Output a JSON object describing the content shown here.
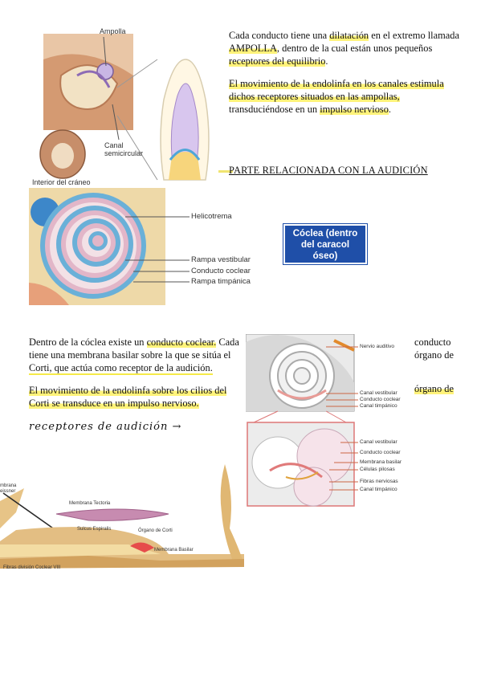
{
  "ampolla_block": {
    "p1": {
      "a": "Cada conducto tiene una ",
      "b": "dilatación",
      "c": " en el extremo llamada ",
      "d": "AMPOLLA",
      "e": ", dentro de la cual están unos pequeños ",
      "f": "receptores del equilibrio",
      "g": "."
    },
    "p2": {
      "a": "El movimiento de la endolinfa en los canales estimula",
      "b": "dichos receptores situados en las ampollas,",
      "c": "transduciéndose en un ",
      "d": "impulso nervioso",
      "e": "."
    }
  },
  "fig_ear": {
    "label_ampolla": "Ampolla",
    "label_canal": "Canal",
    "label_semicircular": "semicircular",
    "label_interior": "Interior del cráneo"
  },
  "section_heading": "PARTE RELACIONADA CON LA AUDICIÓN",
  "fig_cochlea": {
    "labels": [
      "Helicotrema",
      "Rampa vestibular",
      "Conducto coclear",
      "Rampa timpánica"
    ]
  },
  "cochlea_box": {
    "line1": "Cóclea (dentro",
    "line2": "del caracol",
    "line3": "óseo)"
  },
  "duct_block": {
    "p1": {
      "a": "Dentro de la cóclea existe un ",
      "b": "conducto coclear.",
      "c": " Cada tiene una membrana basilar sobre la que se sitúa el ",
      "d": "Corti, que actúa como receptor de la audición."
    },
    "p2": {
      "a": "El movimiento de la endolinfa sobre los cilios del",
      "b": "Corti se transduce en un impulso nervioso."
    }
  },
  "side_words": {
    "w1": "conducto",
    "w2": "órgano de",
    "w3": "órgano de"
  },
  "handwritten_note": "receptores de audición →",
  "fig_section": {
    "top": [
      "Nervio auditivo",
      "Canal vestibular",
      "Conducto coclear",
      "Canal timpánico"
    ],
    "bottom": [
      "Canal vestibular",
      "Conducto coclear",
      "Membrana basilar",
      "Células pilosas",
      "Fibras nerviosas",
      "Canal timpánico"
    ]
  },
  "fig_corti": {
    "label_membrana": "mbrana",
    "label_reissner": "eissner",
    "label_tectoria": "Membrana Tectoria",
    "label_sulcus": "Sulcus Espiralis",
    "label_organo": "Órgano de Corti",
    "label_basilar": "Membrana Basilar",
    "label_fibras": "Fibras división Coclear VIII"
  },
  "colors": {
    "highlight": "#fff37a",
    "box_blue": "#1f4fa8",
    "cochlea_purple": "#b7a3cf"
  }
}
